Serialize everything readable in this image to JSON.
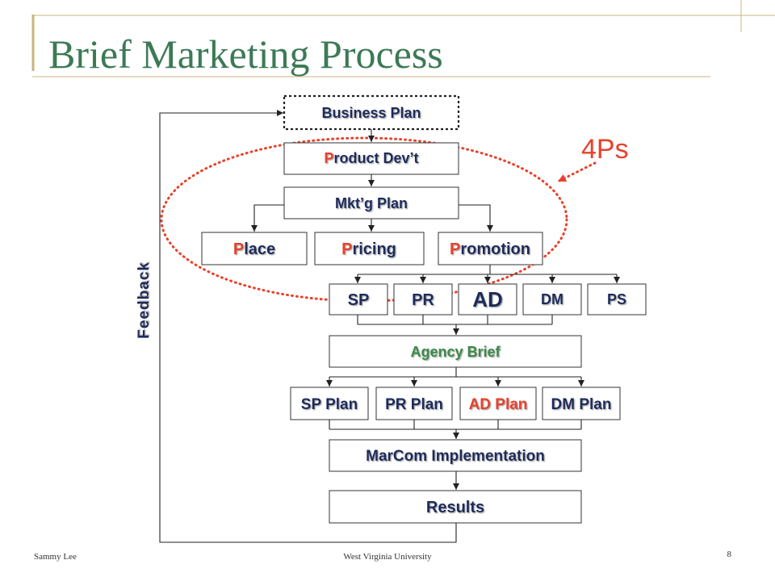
{
  "slide": {
    "title": "Brief Marketing Process",
    "footer_left": "Sammy Lee",
    "footer_center": "West Virginia University",
    "page_number": "8"
  },
  "colors": {
    "title": "#3c7a56",
    "text": "#1f2b5b",
    "accent_red": "#e8412b",
    "agency_green": "#3a8a4a",
    "frame_tan": "#c9b57c",
    "connector": "#222222"
  },
  "diagram": {
    "business_plan": "Business Plan",
    "product_dev": "Product Dev’t",
    "mktg_plan": "Mkt’g Plan",
    "four_ps": {
      "place": "Place",
      "pricing": "Pricing",
      "promotion": "Promotion"
    },
    "promotion_mix": [
      "SP",
      "PR",
      "AD",
      "DM",
      "PS"
    ],
    "agency_brief": "Agency Brief",
    "plans": [
      "SP Plan",
      "PR Plan",
      "AD Plan",
      "DM Plan"
    ],
    "marcom": "MarCom Implementation",
    "results": "Results",
    "feedback_label": "Feedback",
    "callout": "4Ps"
  }
}
